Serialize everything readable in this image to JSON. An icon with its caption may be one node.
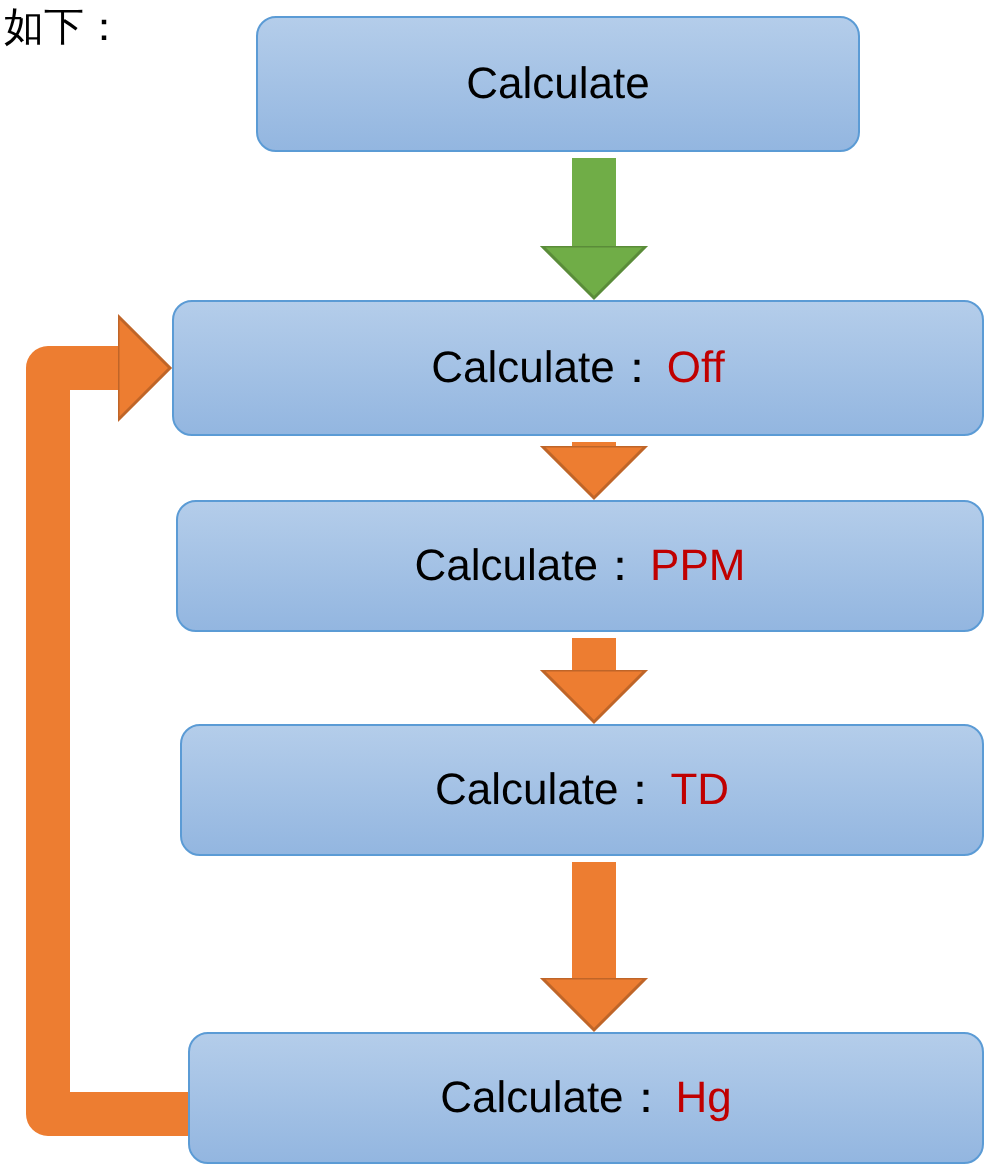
{
  "diagram": {
    "nodes": [
      {
        "text": [
          "Calculate"
        ]
      },
      {
        "text": [
          "Calculate：",
          "Off"
        ]
      },
      {
        "text": [
          "Calculate：",
          "PPM"
        ]
      },
      {
        "text": [
          "Calculate：",
          "TD"
        ]
      },
      {
        "text": [
          "Calculate：",
          "Hg"
        ]
      }
    ],
    "edges": [
      {
        "from": 0,
        "to": 1,
        "arrow": "to",
        "color": "#70ad47"
      },
      {
        "from": 1,
        "to": 2,
        "arrow": "to"
      },
      {
        "from": 2,
        "to": 3,
        "arrow": "to"
      },
      {
        "from": 3,
        "to": 4,
        "arrow": "to"
      },
      {
        "from": 4,
        "to": 1,
        "arrow": "to"
      }
    ],
    "labels": [
      "如下："
    ]
  }
}
